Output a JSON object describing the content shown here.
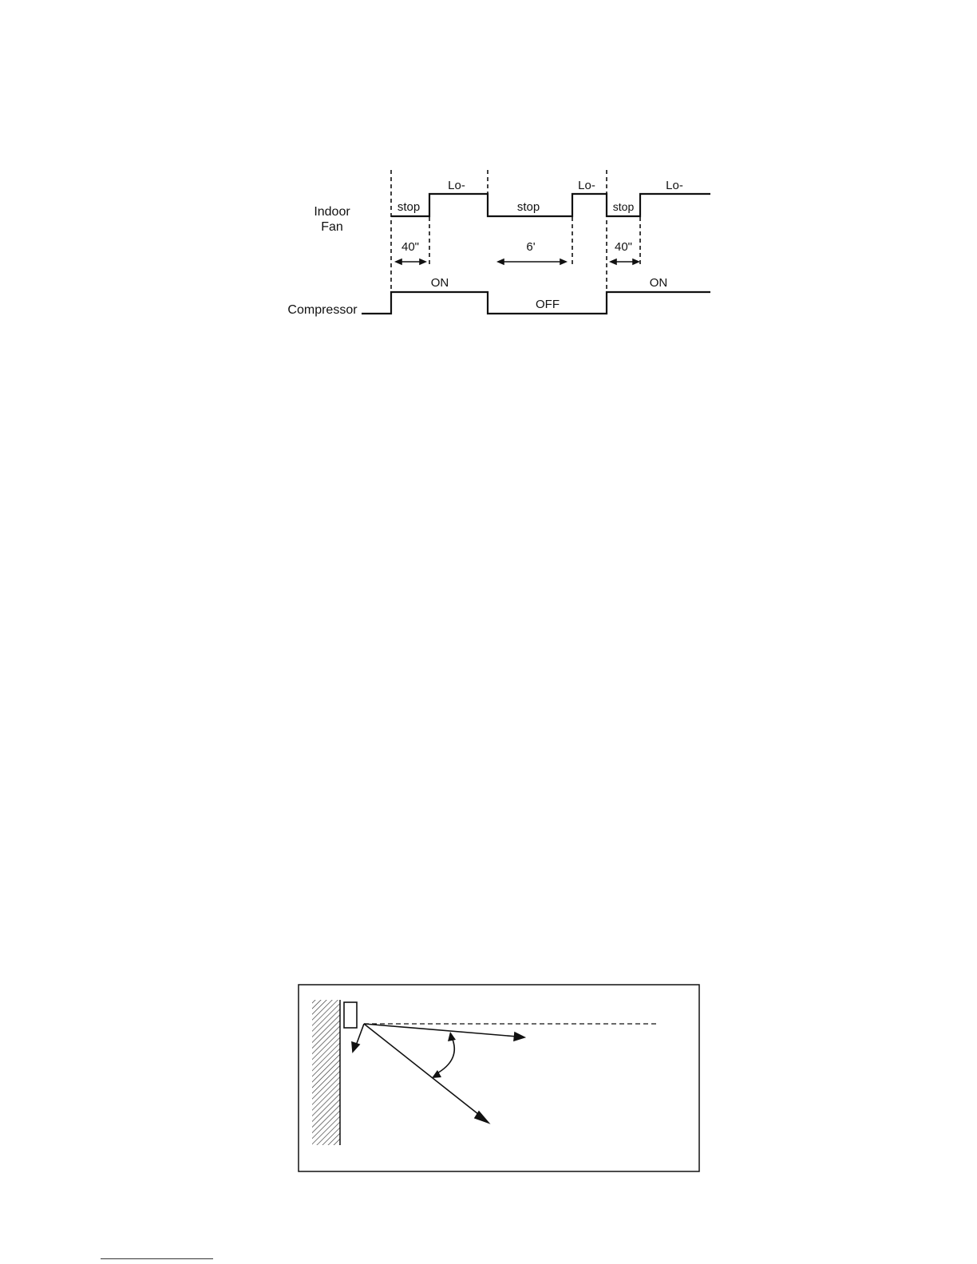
{
  "timing_diagram": {
    "indoor_fan_label_line1": "Indoor",
    "indoor_fan_label_line2": "Fan",
    "compressor_label": "Compressor",
    "fan_states": {
      "stop_1": "stop",
      "lo_1": "Lo-",
      "stop_2": "stop",
      "lo_2": "Lo-",
      "stop_3": "stop",
      "lo_3": "Lo-"
    },
    "durations": {
      "delay_1": "40\"",
      "delay_2": "6'",
      "delay_3": "40\""
    },
    "compressor_states": {
      "on_1": "ON",
      "off": "OFF",
      "on_2": "ON"
    }
  },
  "airflow_diagram": {
    "elements": [
      "wall",
      "indoor-unit",
      "horizontal-reference",
      "airflow-arrows",
      "swing-angle-arrow"
    ]
  }
}
